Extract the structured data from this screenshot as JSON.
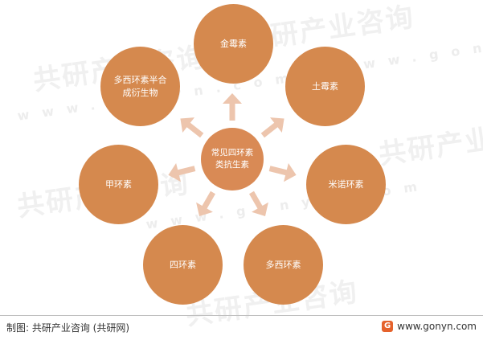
{
  "diagram": {
    "center": "常见四环素\n类抗生素",
    "nodes": [
      {
        "id": "jinmeisu",
        "label": "金霉素"
      },
      {
        "id": "tumeisu",
        "label": "土霉素"
      },
      {
        "id": "minuohuansu",
        "label": "米诺环素"
      },
      {
        "id": "duoxihuansu",
        "label": "多西环素"
      },
      {
        "id": "sihuansu",
        "label": "四环素"
      },
      {
        "id": "jiahuansu",
        "label": "甲环素"
      },
      {
        "id": "banhecheng",
        "label": "多西环素半合\n成衍生物"
      }
    ]
  },
  "colors": {
    "node_fill": "#d5894e",
    "arrow_fill": "#edc5ad",
    "text": "#ffffff"
  },
  "watermark": {
    "brand": "共研产业咨询",
    "url_spaced": "www.gonyn.com"
  },
  "footer": {
    "source": "制图: 共研产业咨询 (共研网)",
    "logo_glyph": "G",
    "website": "www.gonyn.com"
  }
}
